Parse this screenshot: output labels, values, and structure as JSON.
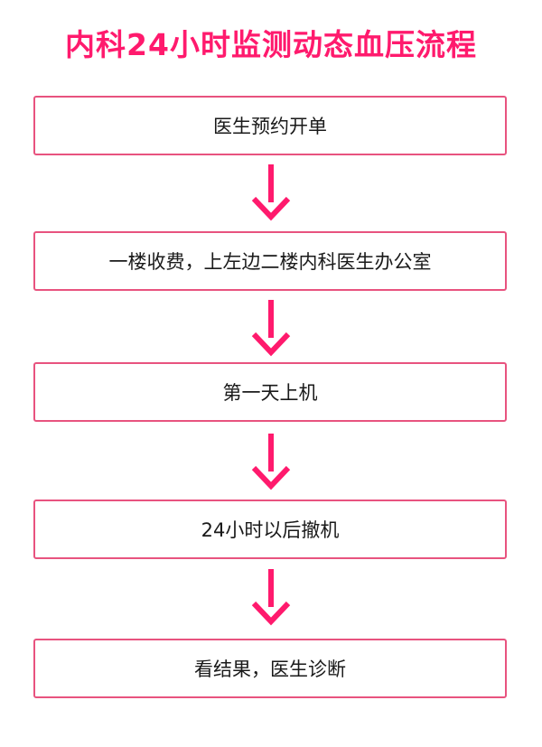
{
  "title": "内科24小时监测动态血压流程",
  "colors": {
    "title": "#ff1a6d",
    "arrow": "#ff1a6d",
    "border": "#e8537f"
  },
  "steps": [
    {
      "label": "医生预约开单"
    },
    {
      "label": "一楼收费，上左边二楼内科医生办公室"
    },
    {
      "label": "第一天上机"
    },
    {
      "label": "24小时以后撤机"
    },
    {
      "label": "看结果，医生诊断"
    }
  ],
  "arrow_icon": "down-arrow-icon"
}
